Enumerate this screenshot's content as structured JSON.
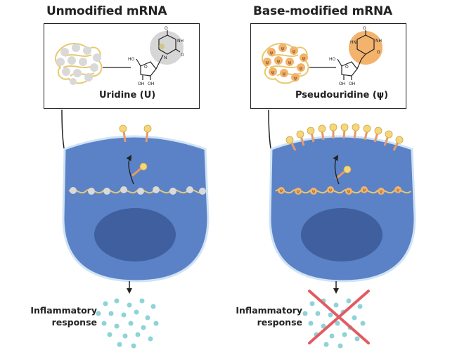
{
  "left_panel": {
    "title": "Unmodified mRNA",
    "nucleoside_label": "Uridine (U)",
    "response_line1": "Inflammatory",
    "response_line2": "response"
  },
  "right_panel": {
    "title": "Base-modified mRNA",
    "nucleoside_label": "Pseudouridine (ψ)",
    "response_line1": "Inflammatory",
    "response_line2": "response",
    "psi_symbol": "ψ"
  },
  "colors": {
    "cell": "#5b82c6",
    "cell_border": "#cfe3f5",
    "nucleus": "#3f5f9e",
    "strand": "#e8c96e",
    "uridine_bead": "#d9d9d9",
    "psi_bead": "#f3b36c",
    "receptor_head": "#f5d77a",
    "receptor_stem": "#e69a6a",
    "dots": "#8ed3d6",
    "cross": "#e25b63"
  }
}
